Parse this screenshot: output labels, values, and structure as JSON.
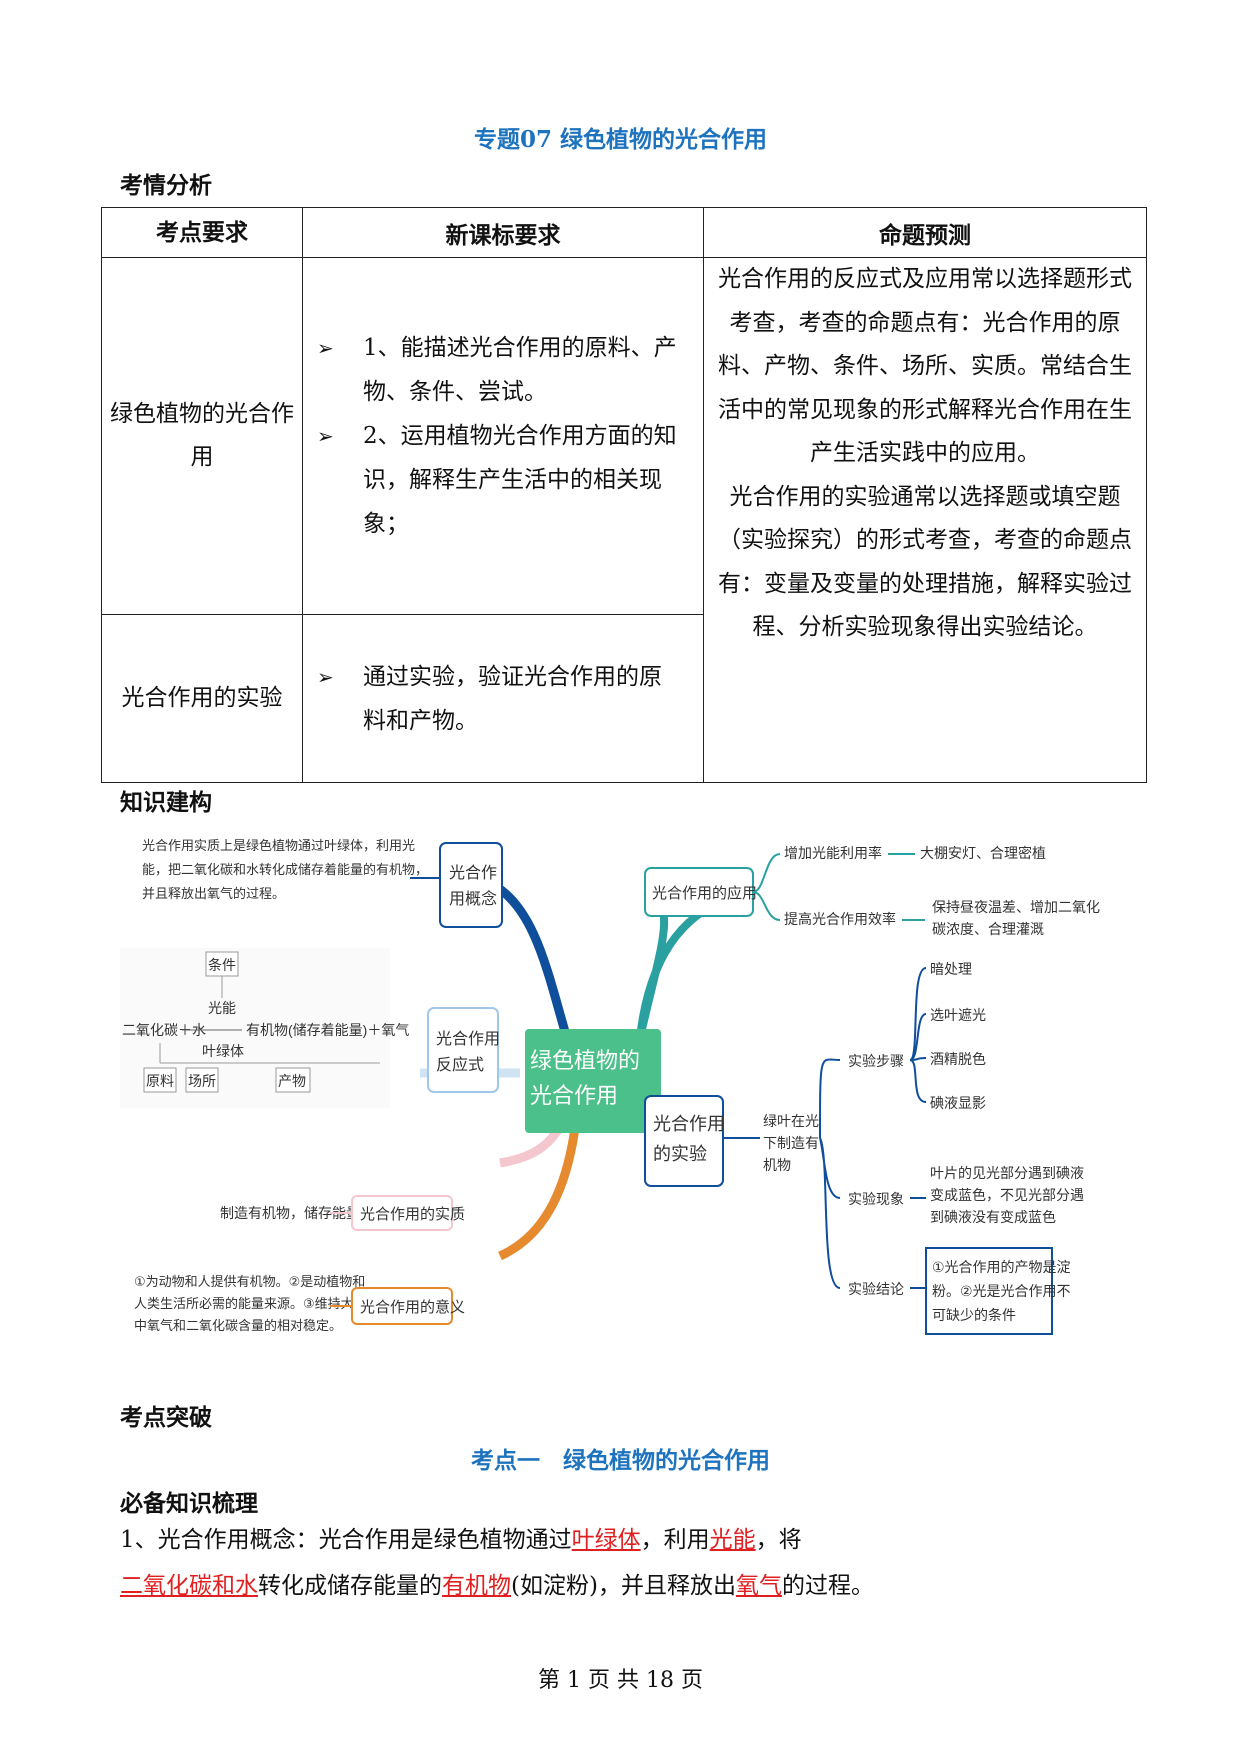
{
  "title": "专题07 绿色植物的光合作用",
  "section_analysis": "考情分析",
  "table": {
    "headers": [
      "考点要求",
      "新课标要求",
      "命题预测"
    ],
    "row1": {
      "topic": "绿色植物的光合作用",
      "req1": "1、能描述光合作用的原料、产物、条件、尝试。",
      "req2": "2、运用植物光合作用方面的知识，解释生产生活中的相关现象；"
    },
    "row2": {
      "topic": "光合作用的实验",
      "req1": "通过实验，验证光合作用的原料和产物。"
    },
    "prediction1": "光合作用的反应式及应用常以选择题形式考查，考查的命题点有：光合作用的原料、产物、条件、场所、实质。常结合生活中的常见现象的形式解释光合作用在生产生活实践中的应用。",
    "prediction2": "光合作用的实验通常以选择题或填空题（实验探究）的形式考查，考查的命题点有：变量及变量的处理措施，解释实验过程、分析实验现象得出实验结论。"
  },
  "section_knowledge": "知识建构",
  "mindmap": {
    "center": [
      "绿色植物的",
      "光合作用"
    ],
    "concept_label": [
      "光合作",
      "用概念"
    ],
    "concept_text": [
      "光合作用实质上是绿色植物通过叶绿体，利用光",
      "能，把二氧化碳和水转化成储存着能量的有机物，",
      "并且释放出氧气的过程。"
    ],
    "formula_label": [
      "光合作用",
      "反应式"
    ],
    "formula": {
      "condition": "条件",
      "light": "光能",
      "chloroplast": "叶绿体",
      "left": "二氧化碳＋水",
      "right": "有机物(储存着能量)＋氧气",
      "raw": "原料",
      "place": "场所",
      "product": "产物"
    },
    "essence_label": "光合作用的实质",
    "essence_text": "制造有机物，储存能量",
    "meaning_label": "光合作用的意义",
    "meaning_text": [
      "①为动物和人提供有机物。②是动植物和",
      "人类生活所必需的能量来源。③维持大气",
      "中氧气和二氧化碳含量的相对稳定。"
    ],
    "application_label": "光合作用的应用",
    "app1": "增加光能利用率",
    "app1_detail": "大棚安灯、合理密植",
    "app2": "提高光合作用效率",
    "app2_detail": [
      "保持昼夜温差、增加二氧化",
      "碳浓度、合理灌溉"
    ],
    "experiment_label": [
      "光合作用",
      "的实验"
    ],
    "experiment_name": [
      "绿叶在光",
      "下制造有",
      "机物"
    ],
    "steps_label": "实验步骤",
    "steps": [
      "暗处理",
      "选叶遮光",
      "酒精脱色",
      "碘液显影"
    ],
    "phenomenon_label": "实验现象",
    "phenomenon_text": [
      "叶片的见光部分遇到碘液",
      "变成蓝色，不见光部分遇",
      "到碘液没有变成蓝色"
    ],
    "conclusion_label": "实验结论",
    "conclusion_text": [
      "①光合作用的产物是淀",
      "粉。②光是光合作用不",
      "可缺少的条件"
    ]
  },
  "section_breakthrough": "考点突破",
  "subtitle": "考点一　绿色植物的光合作用",
  "section_knowledge_review": "必备知识梳理",
  "paragraph": {
    "p1": "1、光合作用概念：光合作用是绿色植物通过",
    "u1": "叶绿体",
    "p2": "，利用",
    "u2": "光能",
    "p3": "，将",
    "u3": "二氧化碳和水",
    "p4": "转化成储存能量的",
    "u4": "有机物",
    "p5": "(如淀粉)，并且释放出",
    "u5": "氧气",
    "p6": "的过程。"
  },
  "footer": "第 1 页 共 18 页",
  "colors": {
    "title_blue": "#1e73be",
    "underline_red": "#e02020",
    "center_green": "#4cc08a"
  }
}
